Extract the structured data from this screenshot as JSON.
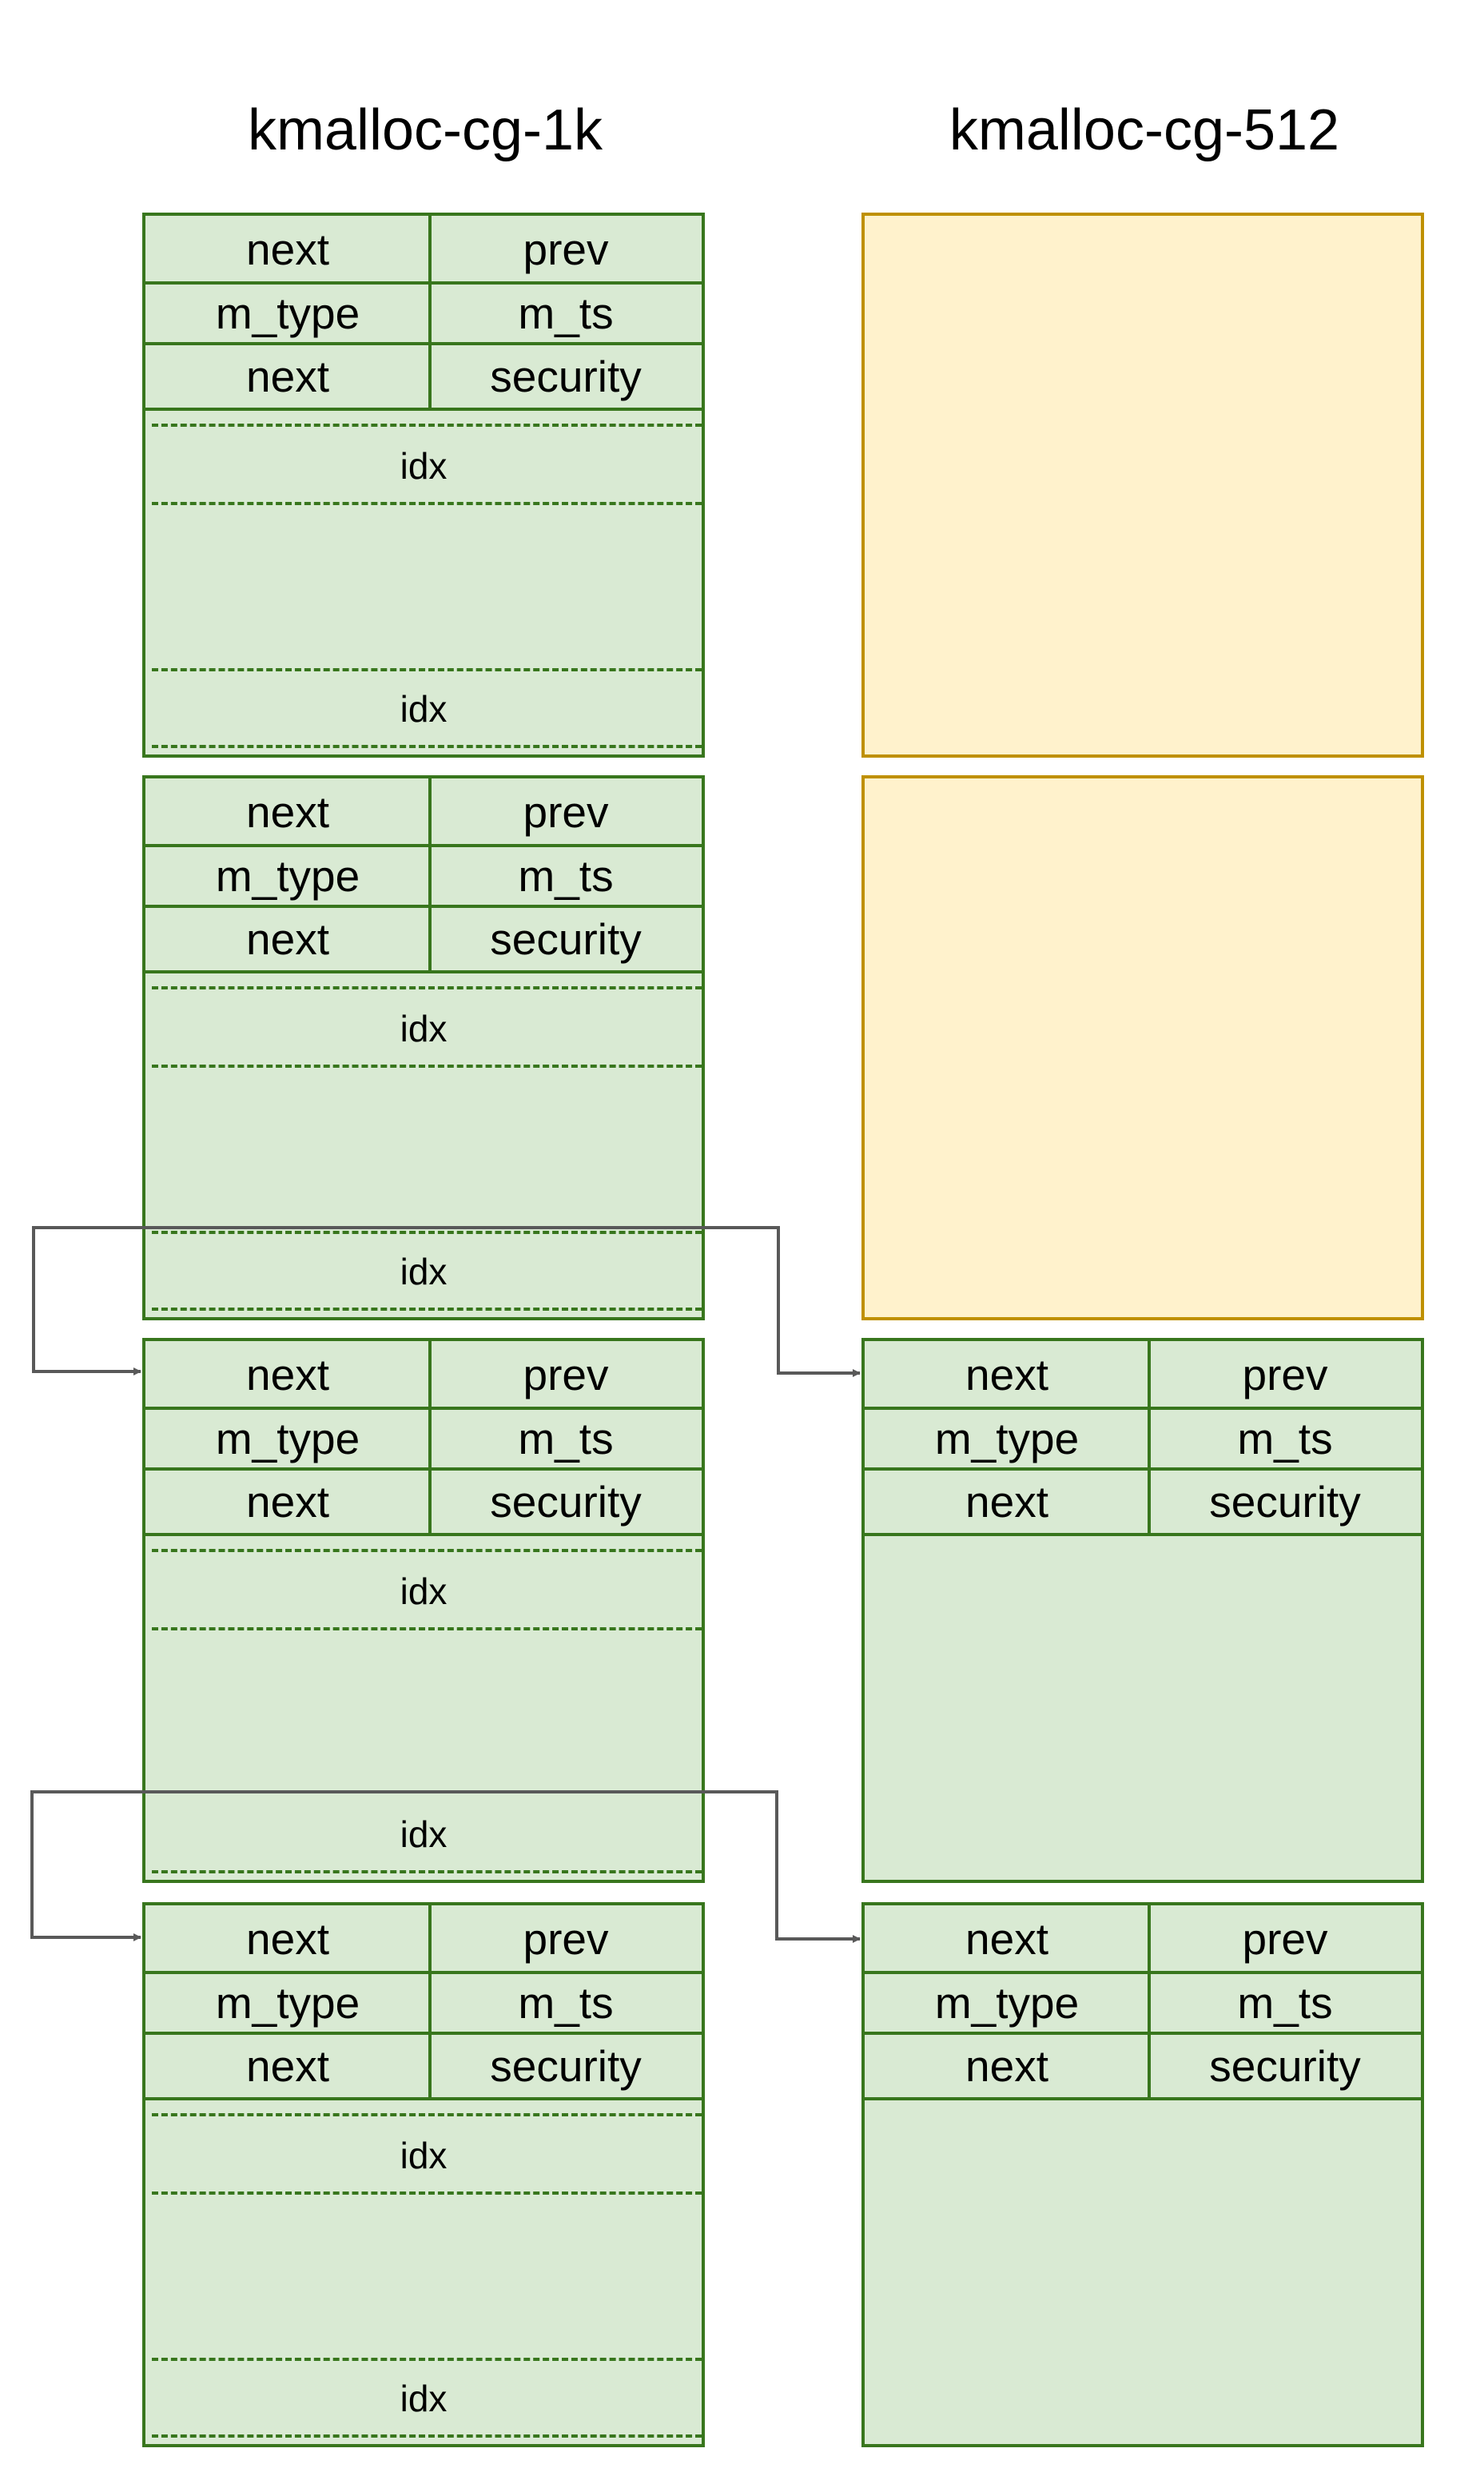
{
  "columns": [
    {
      "title": "kmalloc-cg-1k"
    },
    {
      "title": "kmalloc-cg-512"
    }
  ],
  "msg_header": {
    "row1": [
      "next",
      "prev"
    ],
    "row2": [
      "m_type",
      "m_ts"
    ],
    "row3": [
      "next",
      "security"
    ]
  },
  "idx_label": "idx",
  "colors": {
    "msg_fill": "#d9ead3",
    "msg_border": "#38761d",
    "free_fill": "#fff2cc",
    "free_border": "#bf9000",
    "arrow": "#595959"
  }
}
